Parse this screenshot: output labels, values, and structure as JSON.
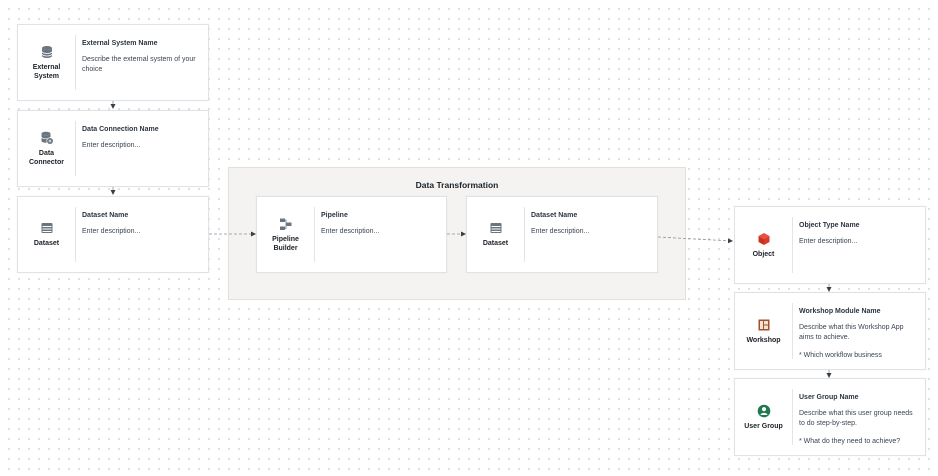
{
  "group": {
    "title": "Data Transformation"
  },
  "colors": {
    "database_icon": "#6b7580",
    "pipeline_icon": "#6b7580",
    "object_icon": "#d83a2c",
    "workshop_icon": "#a0522d",
    "user_group_icon": "#1f7a4f",
    "connector_line": "#8a9199"
  },
  "nodes": {
    "external_system": {
      "icon": "database-icon",
      "type_label": "External System",
      "title": "External System Name",
      "description": "Describe the external system of your choice",
      "description_extra": ""
    },
    "data_connector": {
      "icon": "data-connector-icon",
      "type_label": "Data Connector",
      "title": "Data Connection Name",
      "description": "Enter description...",
      "description_extra": ""
    },
    "dataset_source": {
      "icon": "dataset-icon",
      "type_label": "Dataset",
      "title": "Dataset Name",
      "description": "Enter description...",
      "description_extra": ""
    },
    "pipeline_builder": {
      "icon": "pipeline-builder-icon",
      "type_label": "Pipeline Builder",
      "title": "Pipeline",
      "description": "Enter description...",
      "description_extra": ""
    },
    "dataset_output": {
      "icon": "dataset-icon",
      "type_label": "Dataset",
      "title": "Dataset Name",
      "description": "Enter description...",
      "description_extra": ""
    },
    "object": {
      "icon": "cube-icon",
      "type_label": "Object",
      "title": "Object Type Name",
      "description": "Enter description...",
      "description_extra": ""
    },
    "workshop": {
      "icon": "workshop-icon",
      "type_label": "Workshop",
      "title": "Workshop Module Name",
      "description": "Describe what this Workshop App aims to achieve.",
      "description_extra": "* Which workflow business"
    },
    "user_group": {
      "icon": "user-group-icon",
      "type_label": "User Group",
      "title": "User Group Name",
      "description": "Describe what this user group needs to do step-by-step.",
      "description_extra": "* What do they need to achieve?"
    }
  }
}
